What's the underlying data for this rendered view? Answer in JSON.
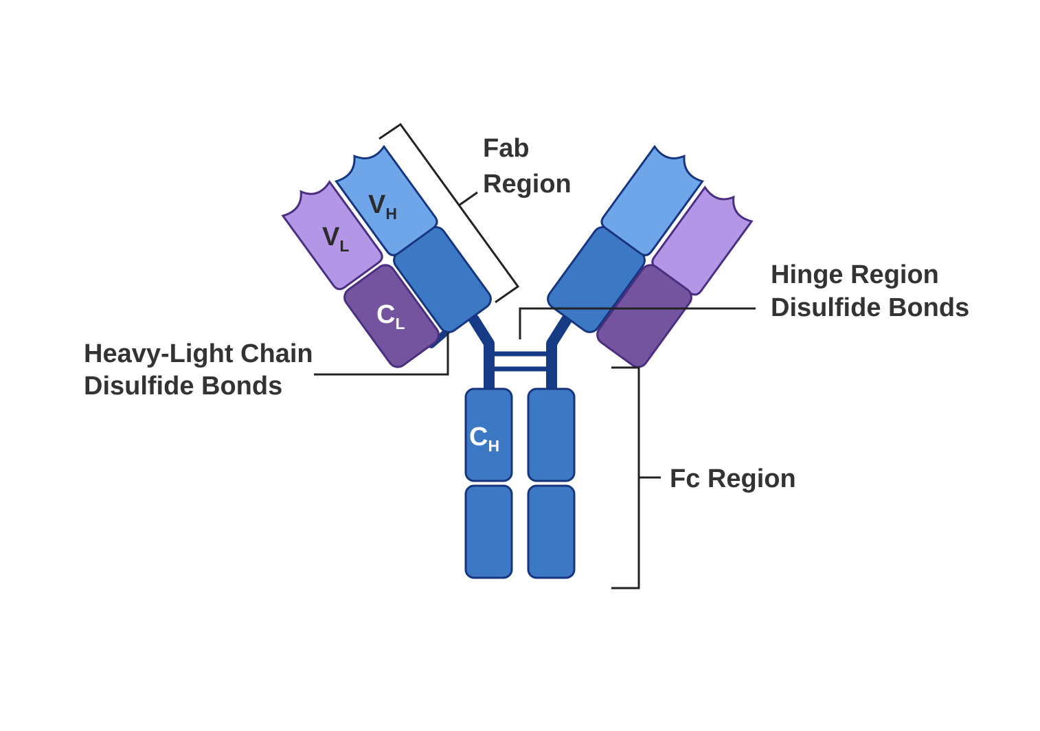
{
  "labels": {
    "fab_line1": "Fab",
    "fab_line2": "Region",
    "hinge_line1": "Hinge Region",
    "hinge_line2": "Disulfide Bonds",
    "hl_line1": "Heavy-Light Chain",
    "hl_line2": "Disulfide Bonds",
    "fc": "Fc Region"
  },
  "domains": {
    "vh": {
      "main": "V",
      "sub": "H"
    },
    "vl": {
      "main": "V",
      "sub": "L"
    },
    "cl": {
      "main": "C",
      "sub": "L"
    },
    "ch": {
      "main": "C",
      "sub": "H"
    }
  },
  "colors": {
    "heavy_variable": "#6fa6ea",
    "heavy_constant": "#3d78c4",
    "heavy_outline": "#17357e",
    "light_variable": "#b396e6",
    "light_constant": "#74549e",
    "light_outline": "#4a2e80",
    "hinge": "#173a85",
    "annotation": "#222222",
    "text": "#333333"
  }
}
